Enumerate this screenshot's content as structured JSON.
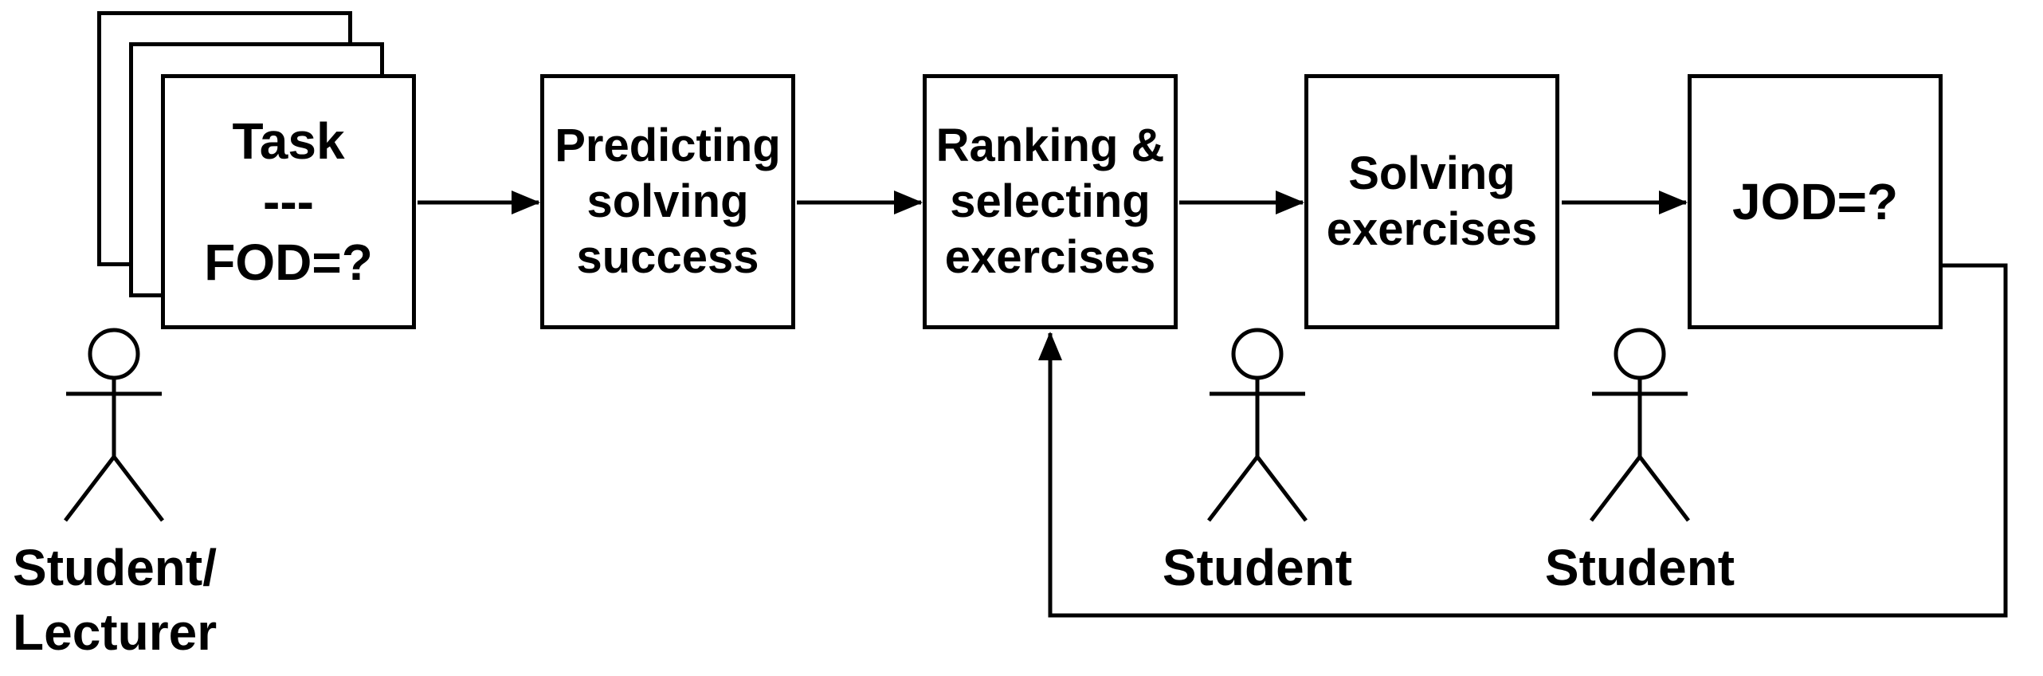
{
  "diagram": {
    "colors": {
      "background": "#ffffff",
      "stroke": "#000000",
      "text": "#000000"
    },
    "task_card": {
      "label": "Task\n---\nFOD=?"
    },
    "boxes": [
      {
        "label": "Predicting\nsolving\nsuccess"
      },
      {
        "label": "Ranking &\nselecting\nexercises"
      },
      {
        "label": "Solving\nexercises"
      },
      {
        "label": "JOD=?"
      }
    ],
    "actors": [
      {
        "label": "Student/\nLecturer"
      },
      {
        "label": "Student"
      },
      {
        "label": "Student"
      }
    ]
  }
}
